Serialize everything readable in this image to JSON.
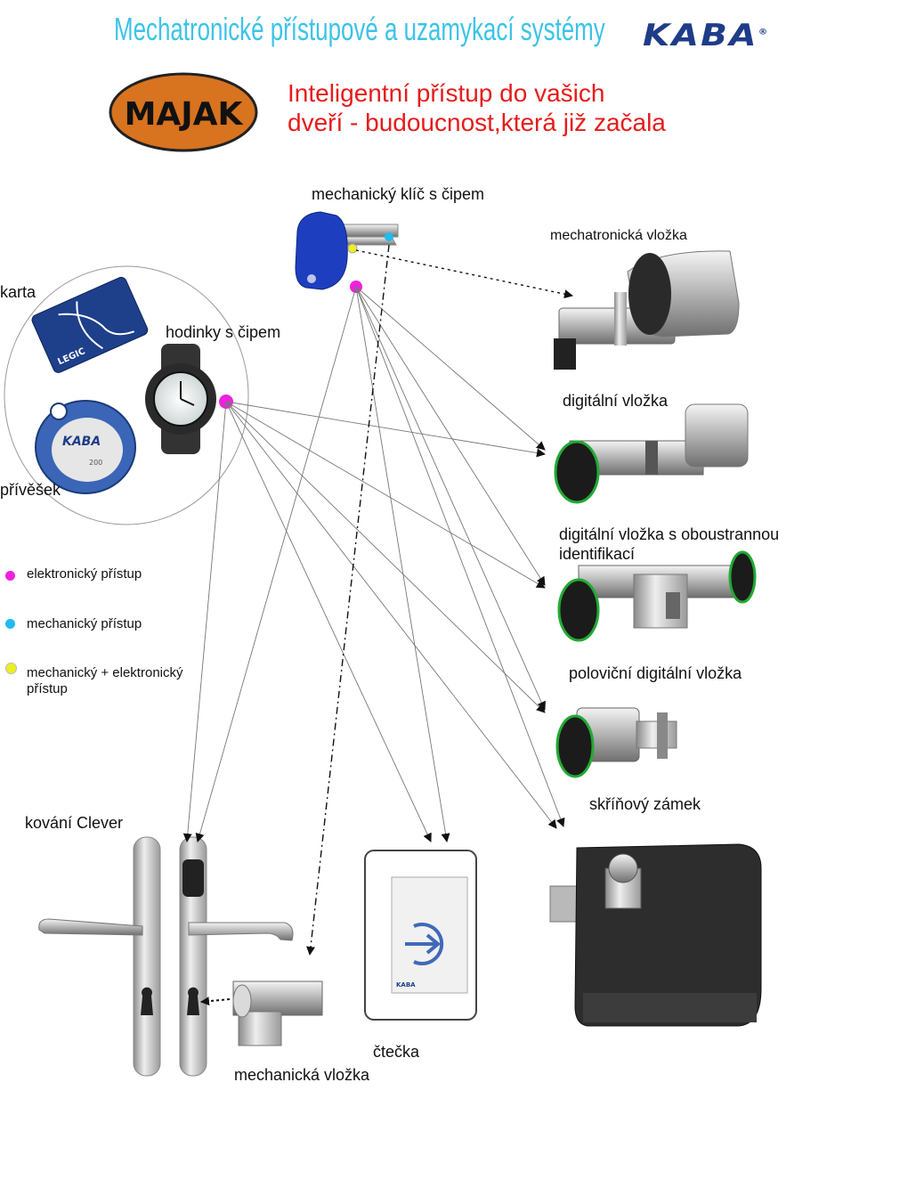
{
  "header": {
    "title": "Mechatronické přístupové a uzamykací systémy",
    "brand_kaba": "KABA",
    "brand_kaba_mark": "®",
    "brand_majak": "MAJAK",
    "slogan_line1": "Inteligentní přístup do vašich",
    "slogan_line2": "dveří  -  budoucnost,která již začala"
  },
  "media": {
    "karta": "karta",
    "hodinky": "hodinky s čipem",
    "privesek": "přívěšek",
    "klic": "mechanický klíč s čipem"
  },
  "products": {
    "mechatronicka": "mechatronická vložka",
    "digitalni": "digitální vložka",
    "oboustranna_line1": "digitální vložka s oboustrannou",
    "oboustranna_line2": "identifikací",
    "polovicni": "poloviční digitální vložka",
    "skrinovy": "skříňový zámek",
    "klicovani": "kování  Clever",
    "ctecka": "čtečka",
    "mechanicka": "mechanická vložka"
  },
  "card_text": {
    "legic": "LEGIC",
    "fob_number": "200"
  },
  "legend": {
    "electronic": "elektronický přístup",
    "mechanical": "mechanický přístup",
    "both_line1": "mechanický + elektronický",
    "both_line2": "přístup"
  },
  "colors": {
    "title": "#3cc3e8",
    "slogan": "#e51c1c",
    "electronic_dot": "#ee22dd",
    "mechanical_dot": "#22bbee",
    "both_dot": "#eeee22",
    "kaba_blue": "#1f3c88",
    "majak_orange": "#d8731f"
  }
}
